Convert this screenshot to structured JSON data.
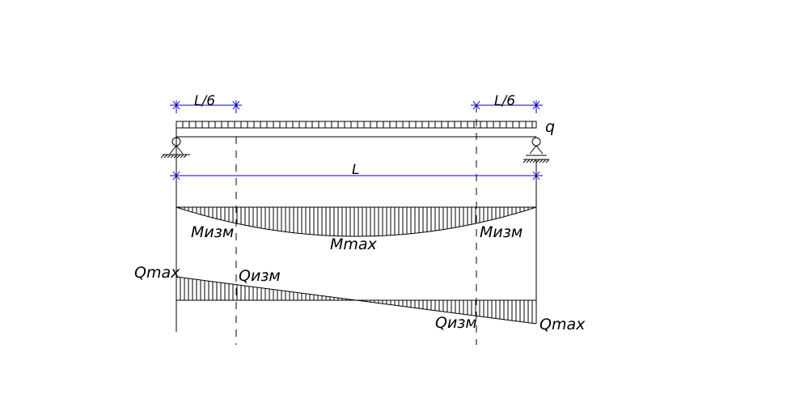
{
  "labels": {
    "left_dim": "L/6",
    "right_dim": "L/6",
    "span": "L",
    "load": "q",
    "moment_left": "Mизм",
    "moment_max": "Mmax",
    "moment_right": "Mизм",
    "shear_max_left": "Qmax",
    "shear_left": "Qизм",
    "shear_right": "Qизм",
    "shear_max_right": "Qmax"
  },
  "colors": {
    "line": "#000000",
    "dimension": "#0000cc",
    "background": "#ffffff"
  },
  "icons": {
    "left_support": "pin-support-icon",
    "right_support": "roller-support-icon"
  }
}
